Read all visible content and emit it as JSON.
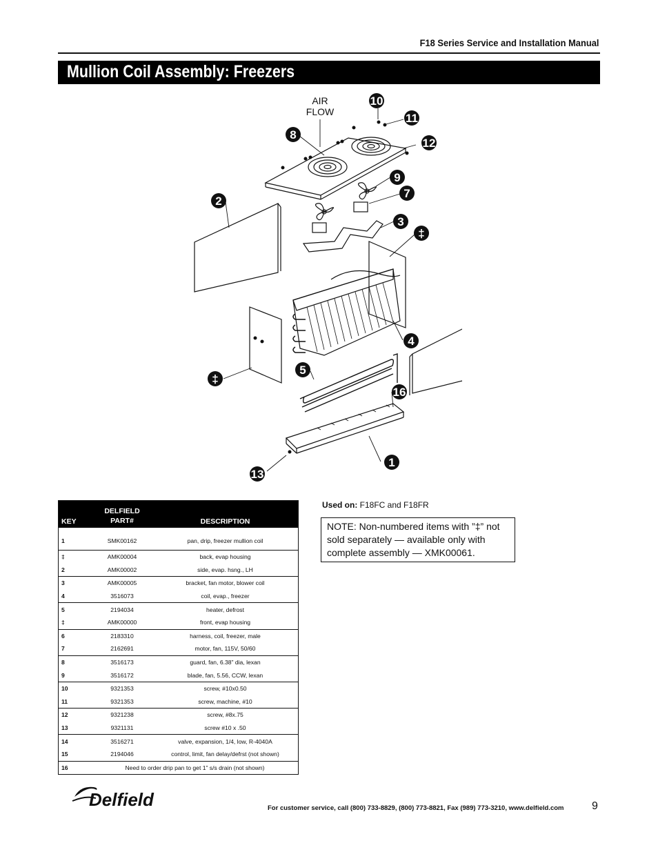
{
  "header": {
    "manual_title": "F18 Series Service and Installation Manual"
  },
  "page_title": "Mullion Coil Assembly: Freezers",
  "diagram": {
    "airflow_line1": "AIR",
    "airflow_line2": "FLOW",
    "callouts": [
      "10",
      "11",
      "8",
      "12",
      "9",
      "7",
      "2",
      "3",
      "‡",
      "4",
      "‡",
      "5",
      "16",
      "2",
      "1",
      "13"
    ]
  },
  "table": {
    "headers": {
      "key": "KEY",
      "part_line1": "DELFIELD",
      "part_line2": "PART#",
      "description": "DESCRIPTION"
    },
    "rows": [
      {
        "key": "1",
        "part": "SMK00162",
        "description": "pan, drip, freezer mullion coil"
      },
      {
        "key": "‡",
        "part": "AMK00004",
        "description": "back, evap housing"
      },
      {
        "key": "2",
        "part": "AMK00002",
        "description": "side, evap. hsng., LH"
      },
      {
        "key": "3",
        "part": "AMK00005",
        "description": "bracket, fan motor, blower coil"
      },
      {
        "key": "4",
        "part": "3516073",
        "description": "coil, evap., freezer"
      },
      {
        "key": "5",
        "part": "2194034",
        "description": "heater, defrost"
      },
      {
        "key": "‡",
        "part": "AMK00000",
        "description": "front, evap housing"
      },
      {
        "key": "6",
        "part": "2183310",
        "description": "harness, coil, freezer, male"
      },
      {
        "key": "7",
        "part": "2162691",
        "description": "motor, fan, 115V, 50/60"
      },
      {
        "key": "8",
        "part": "3516173",
        "description": "guard, fan, 6.38” dia, lexan"
      },
      {
        "key": "9",
        "part": "3516172",
        "description": "blade, fan, 5.56, CCW, lexan"
      },
      {
        "key": "10",
        "part": "9321353",
        "description": "screw, #10x0.50"
      },
      {
        "key": "11",
        "part": "9321353",
        "description": "screw, machine, #10"
      },
      {
        "key": "12",
        "part": "9321238",
        "description": "screw, #8x.75"
      },
      {
        "key": "13",
        "part": "9321131",
        "description": "screw #10 x .50"
      },
      {
        "key": "14",
        "part": "3516271",
        "description": "valve, expansion, 1/4, low, R-4040A"
      },
      {
        "key": "15",
        "part": "2194046",
        "description": "control, limit, fan delay/defrst (not shown)"
      },
      {
        "key": "16",
        "part": "",
        "description": "Need to order drip pan to get 1” s/s drain (not shown)"
      }
    ]
  },
  "used_on": {
    "label": "Used on:",
    "value": " F18FC and F18FR"
  },
  "note": "NOTE: Non-numbered items with ”‡” not sold separately — available only with complete assembly — XMK00061.",
  "footer": {
    "logo_text": "Delfield",
    "contact": "For customer service, call (800) 733-8829, (800) 773-8821, Fax (989) 773-3210, www.delfield.com",
    "page_number": "9"
  }
}
